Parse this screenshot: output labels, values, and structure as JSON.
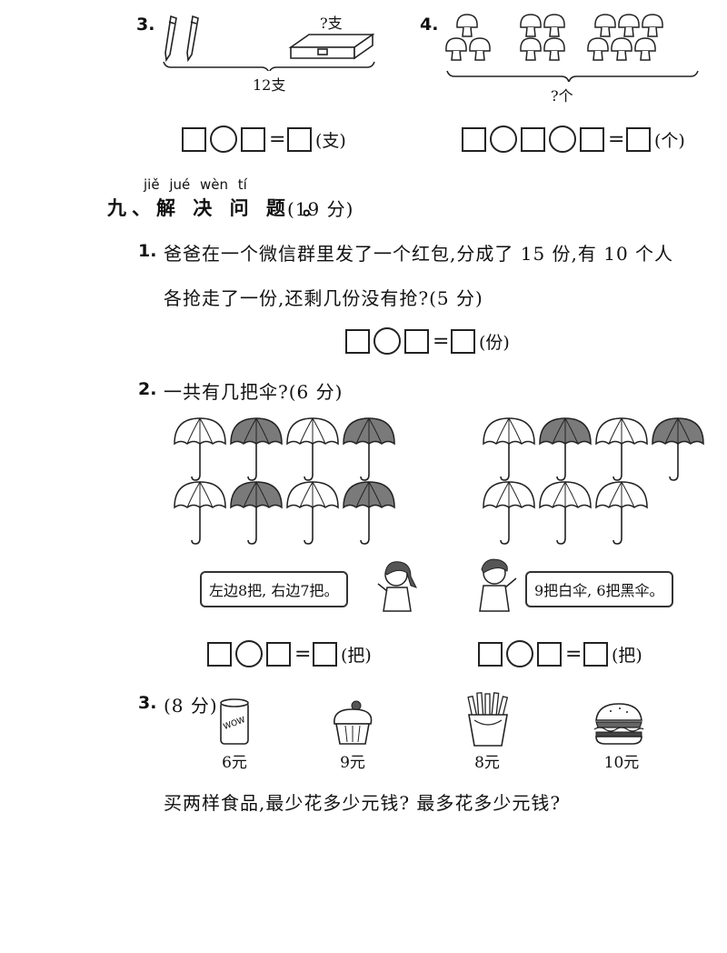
{
  "q3": {
    "number": "3.",
    "unknown_label": "?支",
    "total_label": "12支",
    "equation_unit": "(支)"
  },
  "q4": {
    "number": "4.",
    "unknown_label": "?个",
    "equation_unit": "(个)"
  },
  "section": {
    "pinyin": "jiě jué wèn tí",
    "title": "九、解 决 问 题 。",
    "score": "(19 分)"
  },
  "p1": {
    "number": "1.",
    "line1": "爸爸在一个微信群里发了一个红包,分成了 15 份,有 10 个人",
    "line2": "各抢走了一份,还剩几份没有抢?(5 分)",
    "unit": "(份)"
  },
  "p2": {
    "number": "2.",
    "question": "一共有几把伞?(6 分)",
    "bubble_left": "左边8把, 右边7把。",
    "bubble_right": "9把白伞, 6把黑伞。",
    "unit_left": "(把)",
    "unit_right": "(把)"
  },
  "p3": {
    "number": "3.",
    "score": "(8 分)",
    "can_text": "WOW",
    "items": [
      {
        "name": "can-drink",
        "price": "6元"
      },
      {
        "name": "cupcake",
        "price": "9元"
      },
      {
        "name": "french-fries",
        "price": "8元"
      },
      {
        "name": "hamburger",
        "price": "10元"
      }
    ],
    "question": "买两样食品,最少花多少元钱? 最多花多少元钱?"
  },
  "colors": {
    "umbrella_dark": "#7a7a7a",
    "umbrella_light": "#ffffff",
    "ink": "#111111"
  }
}
